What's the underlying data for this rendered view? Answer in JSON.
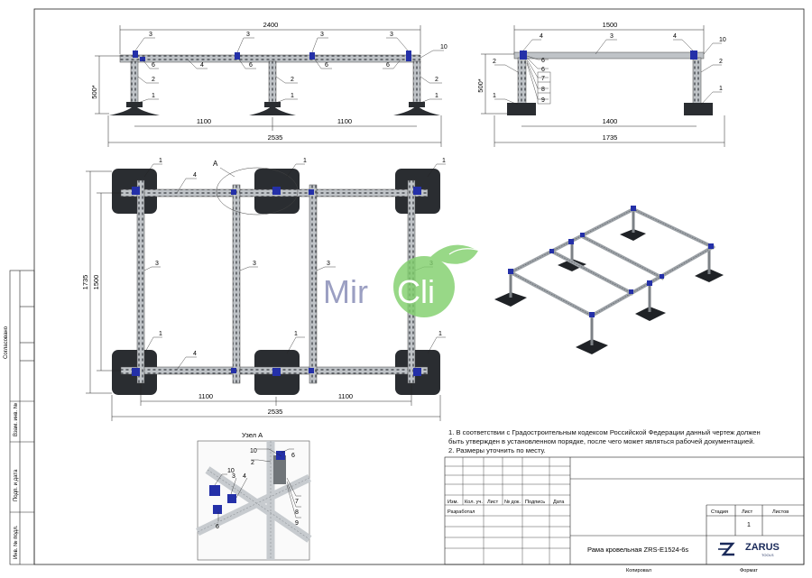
{
  "drawing": {
    "front": {
      "overall": "2400",
      "base": "2535",
      "span1": "1100",
      "span2": "1100",
      "height": "500*",
      "callouts": {
        "c3a": "3",
        "c3b": "3",
        "c3c": "3",
        "c3d": "3",
        "c10": "10",
        "c4": "4",
        "c6a": "6",
        "c6b": "6",
        "c6c": "6",
        "c6d": "6",
        "c2a": "2",
        "c2b": "2",
        "c2c": "2",
        "c1a": "1",
        "c1b": "1",
        "c1c": "1"
      }
    },
    "side": {
      "overall": "1500",
      "inner": "1400",
      "base": "1735",
      "height": "500*",
      "callouts": {
        "c4a": "4",
        "c3": "3",
        "c4b": "4",
        "c10": "10",
        "c2a": "2",
        "c2b": "2",
        "c6a": "6",
        "c6b": "6",
        "c7": "7",
        "c8": "8",
        "c9": "9",
        "c1a": "1",
        "c1b": "1"
      }
    },
    "plan": {
      "outer": "1735",
      "inner": "1500",
      "span1": "1100",
      "span2": "1100",
      "base": "2535",
      "node_label": "A",
      "callouts": {
        "p1a": "1",
        "p1b": "1",
        "p1c": "1",
        "p1d": "1",
        "p1e": "1",
        "p1f": "1",
        "p4a": "4",
        "p4b": "4",
        "p3a": "3",
        "p3b": "3",
        "p3c": "3",
        "p3d": "3"
      }
    },
    "detail": {
      "title": "Узел А",
      "callouts": {
        "d10a": "10",
        "d6a": "6",
        "d2": "2",
        "d10b": "10",
        "d3": "3",
        "d4": "4",
        "d7": "7",
        "d8": "8",
        "d9": "9",
        "d6b": "6"
      }
    }
  },
  "watermark": {
    "brand": "MirCli",
    "text_left": "Mir",
    "text_right": "Cli"
  },
  "notes": [
    "1. В соответствии с Градостроительным кодексом Российской Федерации данный чертеж должен",
    "быть утвержден в установленном порядке, после чего может являться рабочей документацией.",
    "2. Размеры уточнить по месту."
  ],
  "side_stamp": {
    "agreed": "Согласовано",
    "replaced": "Взам. инв. №",
    "sign_date": "Подп. и дата",
    "inv_orig": "Инв. № подл."
  },
  "title_block": {
    "headers": [
      "Изм.",
      "Кол. уч.",
      "Лист",
      "№ док.",
      "Подпись",
      "Дата"
    ],
    "developed": "Разработал",
    "stage": "Стадия",
    "sheet": "Лист",
    "sheets": "Листов",
    "sheet_value": "1",
    "title": "Рама кровельная ZRS-E1524-6s",
    "logo_main": "ZARUS",
    "logo_sub": "TOOLS",
    "copied": "Копировал",
    "format": "Формат"
  }
}
